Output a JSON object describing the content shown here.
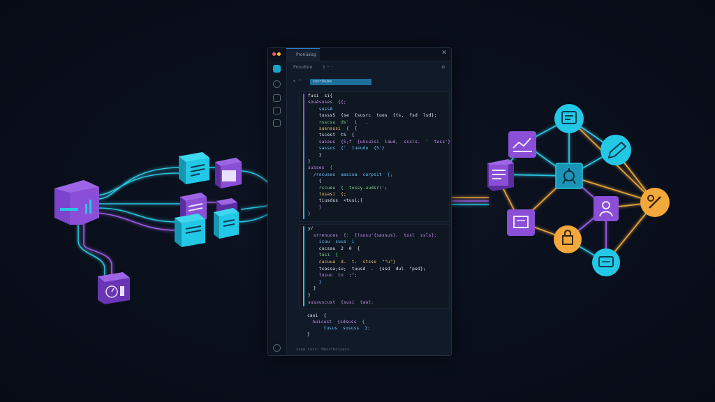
{
  "editor": {
    "tab_title": "Pronúsisg",
    "path_left": "Proudisio",
    "path_mid": "1   ᐧᐧᐧ ᐧᐧ",
    "sub_left": "✎  ᶠ",
    "search_value": "susrikuke",
    "status_text": "sxoa:luis; Hessthoisuss",
    "code_top": [
      "fusi  si{",
      "souAsuses  {{;",
      "    sussA",
      "    tusssS  {se  {susrc  tues  {ts,  fsd  lsd};",
      "    rsscsu  ds'  i   ,",
      "    susnsusi  {  {",
      "    tscest  tS  {",
      "    sasaus  {S;f  {uSsuisi  laud,  sssls.  '  toss'}",
      "    sassus  {'  tueudu  {5'}",
      "    }",
      "}",
      "susses  {",
      "  /rocuses  aasisa  curpsit  {;",
      "    {",
      "    rscueu  {  tussy.uudsr(';",
      "    tusasi  {;",
      "    tiusdus  <tusi;{",
      "    }",
      "}"
    ],
    "code_mid": [
      "y/",
      "  srrenuces  {:  {(susu'{sassus},  tusl  ssls};",
      "    icuu  suus  i",
      "    cucsau  2  0  {",
      "    tusi  {",
      "    cucuua  d.  t.  stsse  \"\"u\"}",
      "    tsassa;su;  tuusd  .  {ssd  dul  \"psd};",
      "    tusuu  to  ;\";",
      "    }",
      "  }",
      "}",
      "sussuscust  {susi  taa};"
    ],
    "code_bottom": [
      "casi  {",
      "  buicust  {sdsuss  {",
      "      tusus  sususs  };",
      "}"
    ]
  },
  "colors": {
    "cyan": "#22c8e6",
    "purple": "#8a4fd6",
    "gold": "#f0a93a",
    "teal_node": "#22c8e6",
    "orange_node": "#f2a83b",
    "edge_gold": "#e3a23a",
    "edge_cyan": "#2bc4df",
    "edge_purple": "#9a5ce0"
  },
  "icons": {
    "left_cube": "chart-bar-icon",
    "small_cube": "clock-icon",
    "node_top": "message-icon",
    "node_monitor": "monitor-icon",
    "node_chart": "chart-icon",
    "node_doc": "document-icon",
    "node_hub": "network-icon",
    "node_edit": "pencil-icon",
    "node_tools": "tools-icon",
    "node_user": "user-icon",
    "node_lock": "lock-icon",
    "node_screen": "screen-icon"
  }
}
